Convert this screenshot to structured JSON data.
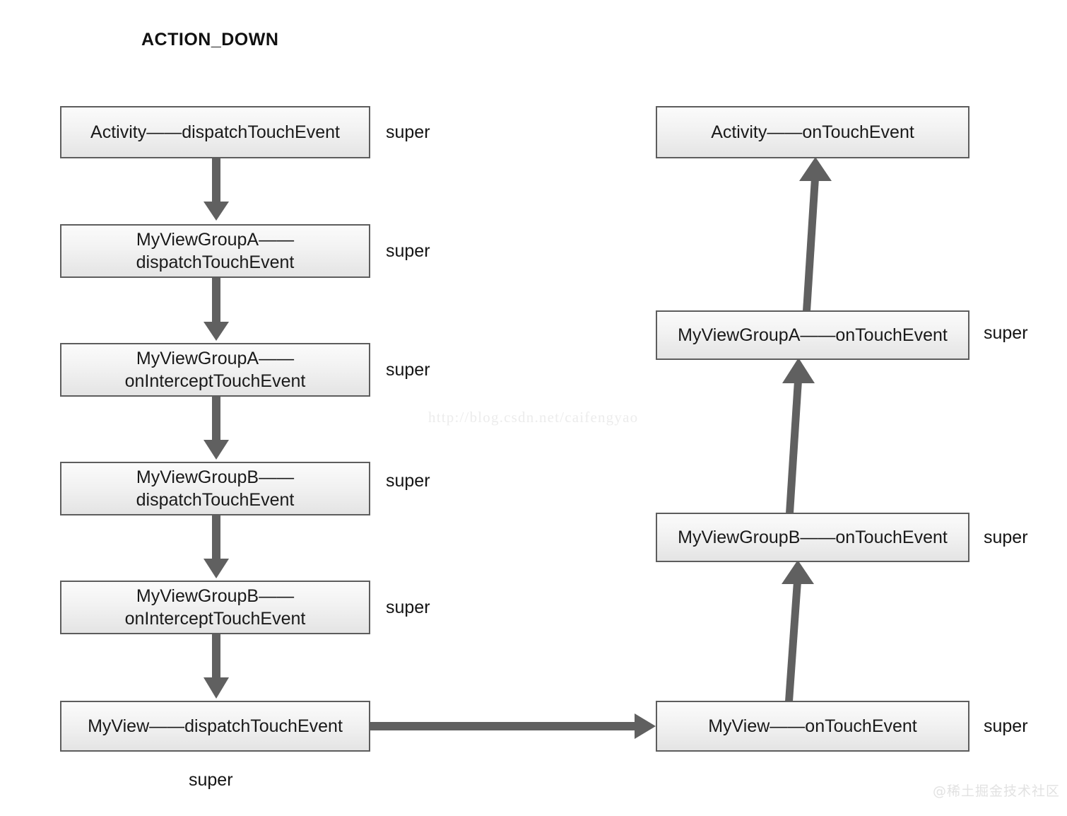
{
  "diagram": {
    "title": "ACTION_DOWN",
    "super_label": "super",
    "watermark_url": "http://blog.csdn.net/caifengyao",
    "watermark_brand": "@稀土掘金技术社区",
    "colors": {
      "box_border": "#5d5d5d",
      "box_fill_top": "#fbfbfb",
      "box_fill_bottom": "#e4e4e4",
      "arrow": "#606060",
      "text": "#1a1a1a",
      "watermark": "#ececec"
    }
  },
  "left_column": {
    "nodes": [
      {
        "id": "activity-dispatch",
        "label": "Activity——dispatchTouchEvent",
        "super": "super"
      },
      {
        "id": "viewgroupa-dispatch",
        "label": "MyViewGroupA——\ndispatchTouchEvent",
        "super": "super"
      },
      {
        "id": "viewgroupa-intercept",
        "label": "MyViewGroupA——\nonInterceptTouchEvent",
        "super": "super"
      },
      {
        "id": "viewgroupb-dispatch",
        "label": "MyViewGroupB——\ndispatchTouchEvent",
        "super": "super"
      },
      {
        "id": "viewgroupb-intercept",
        "label": "MyViewGroupB——\nonInterceptTouchEvent",
        "super": "super"
      },
      {
        "id": "myview-dispatch",
        "label": "MyView——dispatchTouchEvent",
        "super": "super"
      }
    ]
  },
  "right_column": {
    "nodes": [
      {
        "id": "activity-ontouch",
        "label": "Activity——onTouchEvent",
        "super": ""
      },
      {
        "id": "viewgroupa-ontouch",
        "label": "MyViewGroupA——onTouchEvent",
        "super": "super"
      },
      {
        "id": "viewgroupb-ontouch",
        "label": "MyViewGroupB——onTouchEvent",
        "super": "super"
      },
      {
        "id": "myview-ontouch",
        "label": "MyView——onTouchEvent",
        "super": "super"
      }
    ]
  },
  "flow": {
    "down_edges": [
      "activity-dispatch -> viewgroupa-dispatch",
      "viewgroupa-dispatch -> viewgroupa-intercept",
      "viewgroupa-intercept -> viewgroupb-dispatch",
      "viewgroupb-dispatch -> viewgroupb-intercept",
      "viewgroupb-intercept -> myview-dispatch"
    ],
    "cross_edges": [
      "myview-dispatch -> myview-ontouch"
    ],
    "up_edges": [
      "myview-ontouch -> viewgroupb-ontouch",
      "viewgroupb-ontouch -> viewgroupa-ontouch",
      "viewgroupa-ontouch -> activity-ontouch"
    ]
  }
}
